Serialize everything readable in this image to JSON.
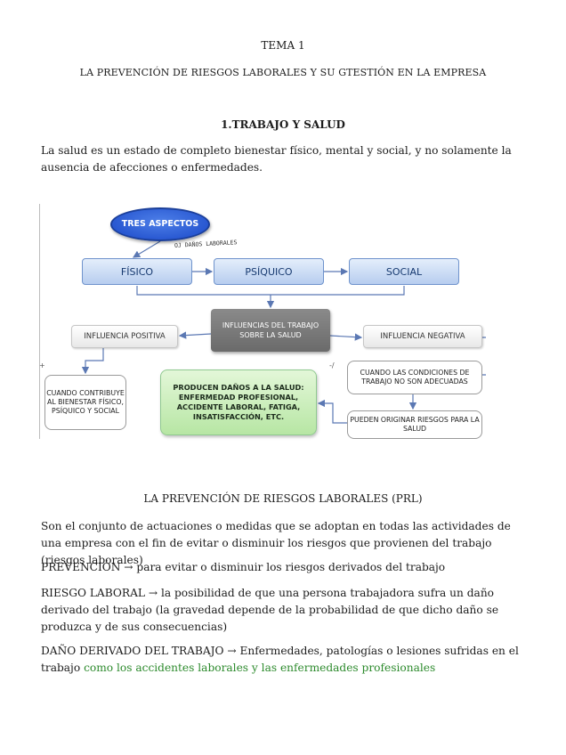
{
  "header": {
    "tema": "TEMA 1",
    "title": "LA PREVENCIÓN DE RIESGOS LABORALES Y SU GTESTIÓN EN LA EMPRESA"
  },
  "section1": {
    "heading": "1.TRABAJO Y SALUD",
    "paragraph": "La salud es un estado de completo bienestar físico, mental y social, y no solamente la ausencia de afecciones o enfermedades."
  },
  "diagram": {
    "tres_aspectos": "TRES ASPECTOS",
    "handwritten_note": "OJ DAÑOS LABORALES",
    "fisico": "FÍSICO",
    "psiquico": "PSÍQUICO",
    "social": "SOCIAL",
    "influencias": "INFLUENCIAS DEL TRABAJO SOBRE LA SALUD",
    "positiva": "INFLUENCIA POSITIVA",
    "negativa": "INFLUENCIA NEGATIVA",
    "cuando_contribuye": "CUANDO CONTRIBUYE AL BIENESTAR FÍSICO, PSÍQUICO Y SOCIAL",
    "producen": "PRODUCEN DAÑOS A LA SALUD: ENFERMEDAD PROFESIONAL, ACCIDENTE LABORAL, FATIGA, INSATISFACCIÓN, ETC.",
    "condiciones": "CUANDO LAS CONDICIONES DE TRABAJO NO SON ADECUADAS",
    "pueden": "PUEDEN ORIGINAR RIESGOS PARA LA SALUD"
  },
  "section2": {
    "heading": "LA PREVENCIÓN DE RIESGOS LABORALES (PRL)",
    "p1": "Son el conjunto de actuaciones o medidas que se adoptan en todas las actividades de una empresa con el fin de evitar o disminuir los riesgos que provienen del trabajo (riesgos laborales)",
    "p2": "PREVENCIÓN → para evitar o disminuir los riesgos derivados del trabajo",
    "p3": "RIESGO LABORAL → la posibilidad de que una persona trabajadora sufra un daño derivado del trabajo (la gravedad depende de la probabilidad de que dicho daño se produzca y de sus consecuencias)",
    "p4_main": "DAÑO DERIVADO DEL TRABAJO → Enfermedades, patologías o lesiones sufridas en el trabajo ",
    "p4_green": "como los accidentes laborales y las enfermedades profesionales"
  }
}
